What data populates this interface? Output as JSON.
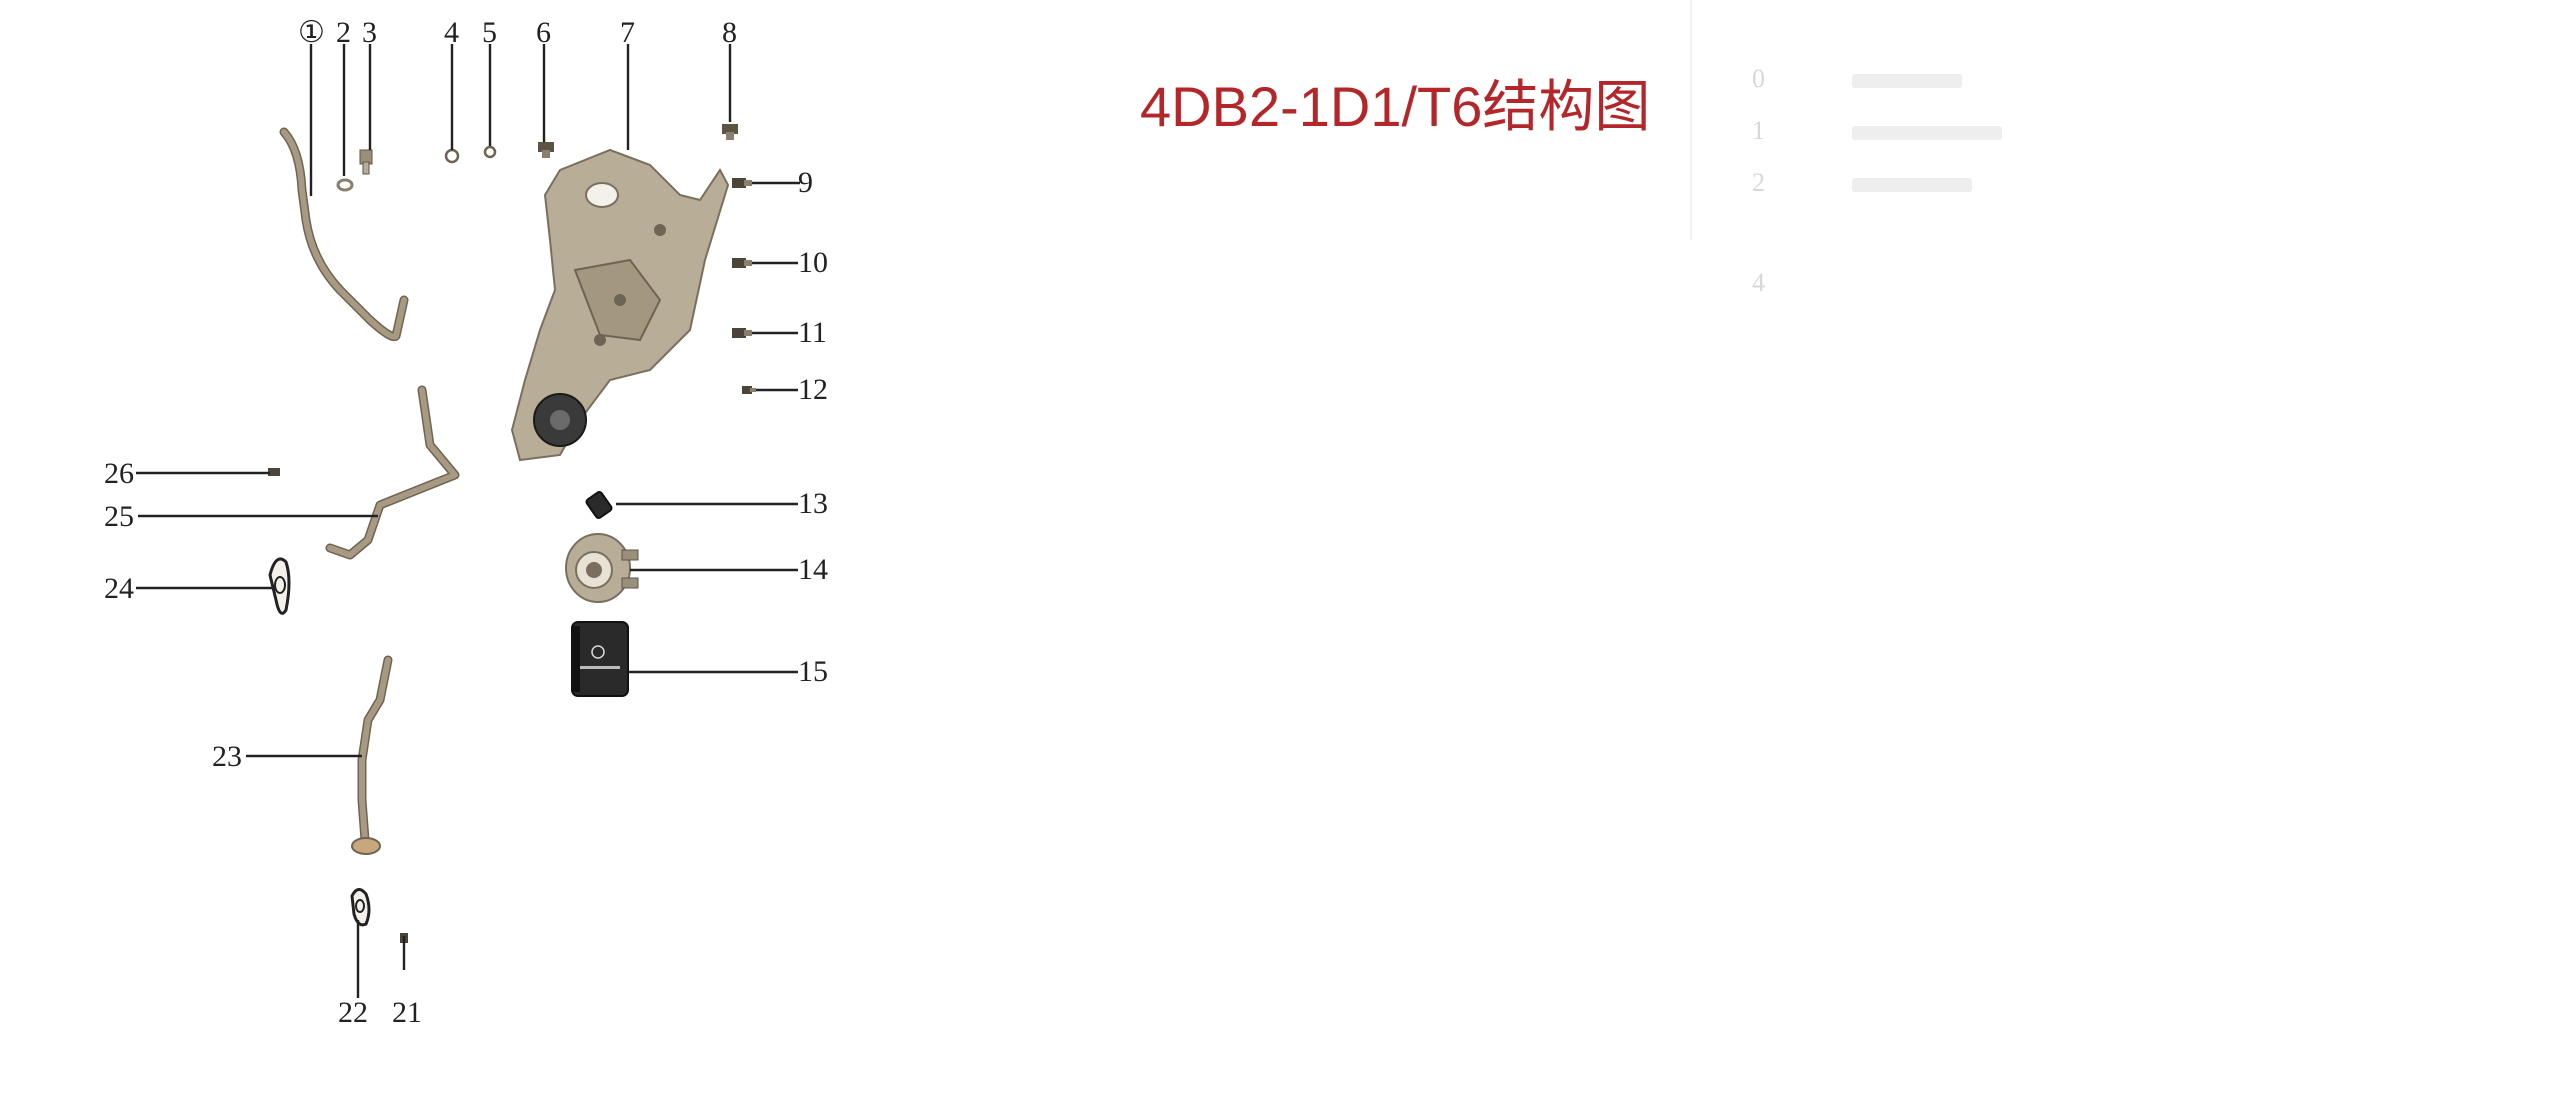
{
  "title": "4DB2-1D1/T6结构图",
  "callouts": [
    "①",
    "2",
    "3",
    "4",
    "5",
    "6",
    "7",
    "8",
    "9",
    "10",
    "11",
    "12",
    "13",
    "14",
    "15",
    "21",
    "22",
    "23",
    "24",
    "25",
    "26"
  ],
  "faded_rows": [
    "0",
    "1",
    "2",
    "4"
  ],
  "icons": {
    "housing": "oil-cooler-housing-icon",
    "filter": "oil-filter-icon",
    "cooler": "oil-cooler-icon",
    "tubes": "oil-pipe-icon"
  },
  "colors": {
    "title": "#b3272b",
    "metal": "#b8ad97",
    "dark": "#2a2a2a"
  }
}
